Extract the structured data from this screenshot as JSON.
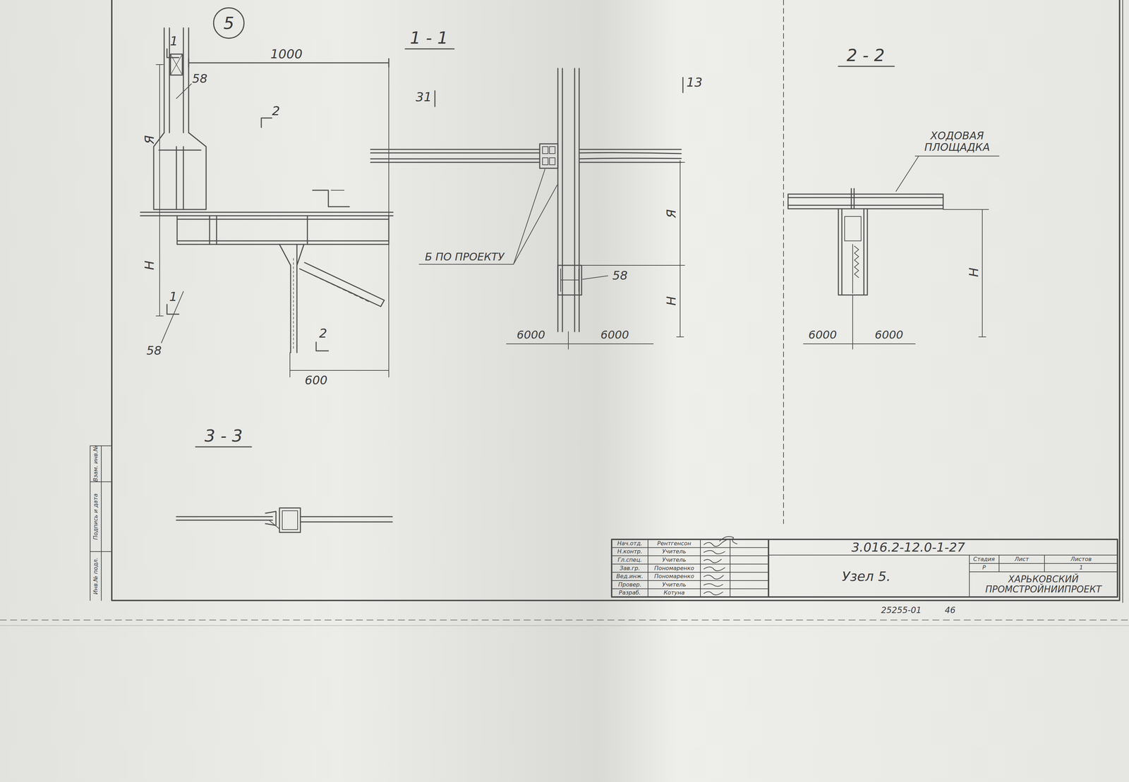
{
  "diagram": {
    "nodes": [
      {
        "text": [
          "5"
        ]
      }
    ],
    "labels": [
      "1",
      "1000",
      "58",
      "2",
      "Я",
      "Н",
      "1",
      "58",
      "2",
      "600",
      "1 - 1",
      "31",
      "13",
      "Я",
      "Н",
      "Б ПО ПРОЕКТУ",
      "58",
      "6000",
      "6000",
      "2 - 2",
      "ХОДОВАЯ ПЛОЩАДКА",
      "Н",
      "6000",
      "6000",
      "3 - 3",
      "Нач.отд.",
      "Рентгенсон",
      "Н.контр.",
      "Учитель",
      "Гл.спец.",
      "Учитель",
      "Зав.гр.",
      "Пономаренко",
      "Вед.инж.",
      "Пономаренко",
      "Провер.",
      "Учитель",
      "Разраб.",
      "Котуна",
      "3.016.2-12.0-1-27",
      "Узел 5.",
      "Стадия",
      "Лист",
      "Листов",
      "Р",
      "1",
      "ХАРЬКОВСКИЙ ПРОМСТРОЙНИИПРОЕКТ",
      "25255-01",
      "46",
      "Инв.№ подл.",
      "Подпись и дата",
      "Взам. инв.№"
    ]
  }
}
